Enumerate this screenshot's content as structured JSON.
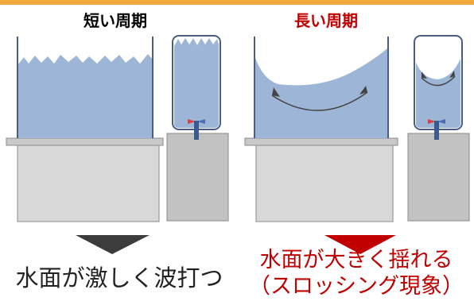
{
  "colors": {
    "top_bar": "#f0a83c",
    "water": "#9db6d8",
    "water_line": "#7d95bd",
    "tank_outline": "#4a5d86",
    "stand_left": "#d8d8d8",
    "stand_right": "#c2c2c2",
    "shelf": "#c9c9c9",
    "arrow_dark": "#3c3c3c",
    "arrow_red": "#c00000",
    "heading_left": "#000000",
    "heading_right": "#c00000",
    "caption_left": "#222222",
    "caption_right": "#c00000",
    "valve": "#d94040",
    "pipe": "#3a5a90"
  },
  "left_panel": {
    "heading": "短い周期",
    "caption": "水面が激しく波打つ"
  },
  "right_panel": {
    "heading": "長い周期",
    "caption_line1": "水面が大きく揺れる",
    "caption_line2": "（スロッシング現象）"
  },
  "icons": [
    "double-headed-arrow-icon",
    "valve-icon",
    "down-triangle-icon"
  ]
}
